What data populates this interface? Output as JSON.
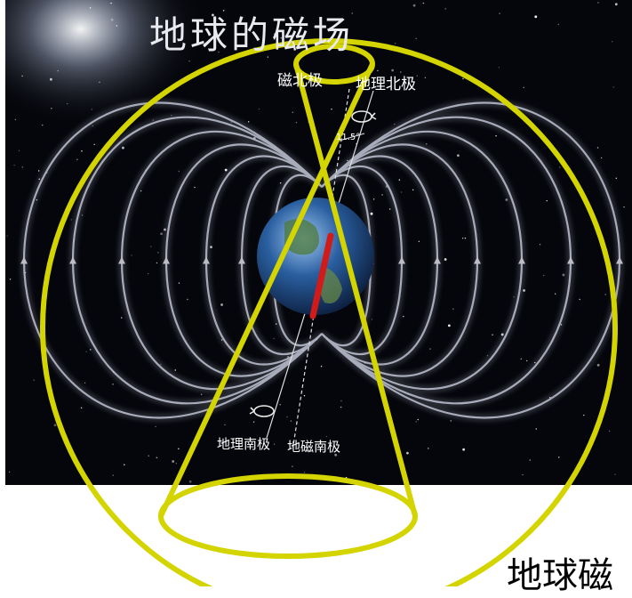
{
  "title": "地球的磁场",
  "labels": {
    "magnetic_north": "磁北极",
    "geographic_north": "地理北极",
    "geographic_south": "地理南极",
    "magnetic_south": "地磁南极",
    "tilt_angle": "11.5°"
  },
  "corner_text": "地球磁",
  "colors": {
    "background_space": "#05060c",
    "field_lines": "#c8ccdc",
    "overlay_yellow": "#d4d400",
    "earth_ocean": "#2a5fa0",
    "magnet": "#d11a1a"
  },
  "icons": [
    "rotation-arrow-icon",
    "field-arrow-icon"
  ]
}
